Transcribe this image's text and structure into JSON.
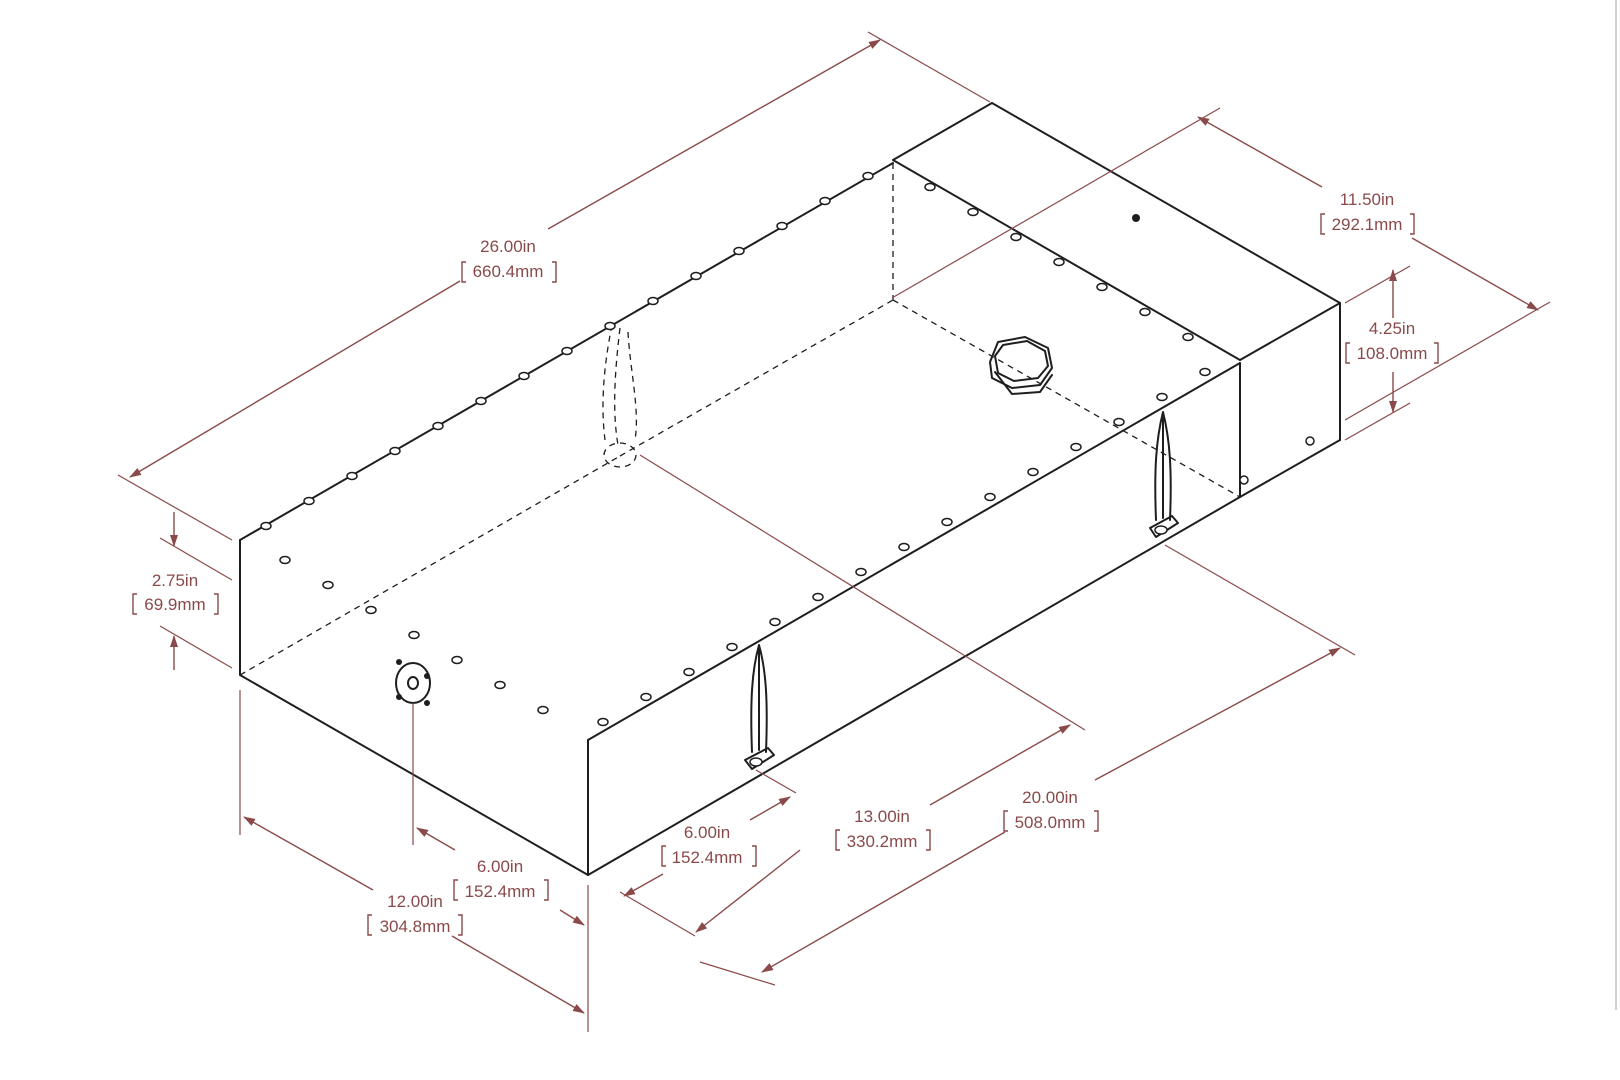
{
  "colors": {
    "outline": "#1e1e1e",
    "dimension": "#8a4a4a",
    "background": "#ffffff"
  },
  "dimensions": {
    "overall_length": {
      "imperial": "26.00in",
      "metric": "660.4mm"
    },
    "top_section_width": {
      "imperial": "11.50in",
      "metric": "292.1mm"
    },
    "top_section_height": {
      "imperial": "4.25in",
      "metric": "108.0mm"
    },
    "front_height": {
      "imperial": "2.75in",
      "metric": "69.9mm"
    },
    "overall_width": {
      "imperial": "12.00in",
      "metric": "304.8mm"
    },
    "fitting_offset": {
      "imperial": "6.00in",
      "metric": "152.4mm"
    },
    "mount_offset": {
      "imperial": "6.00in",
      "metric": "152.4mm"
    },
    "mount_spacing": {
      "imperial": "13.00in",
      "metric": "330.2mm"
    },
    "base_length": {
      "imperial": "20.00in",
      "metric": "508.0mm"
    }
  },
  "parts": [
    "fuel-tank-body",
    "filler-cap",
    "mounting-bracket",
    "fitting-flange"
  ]
}
